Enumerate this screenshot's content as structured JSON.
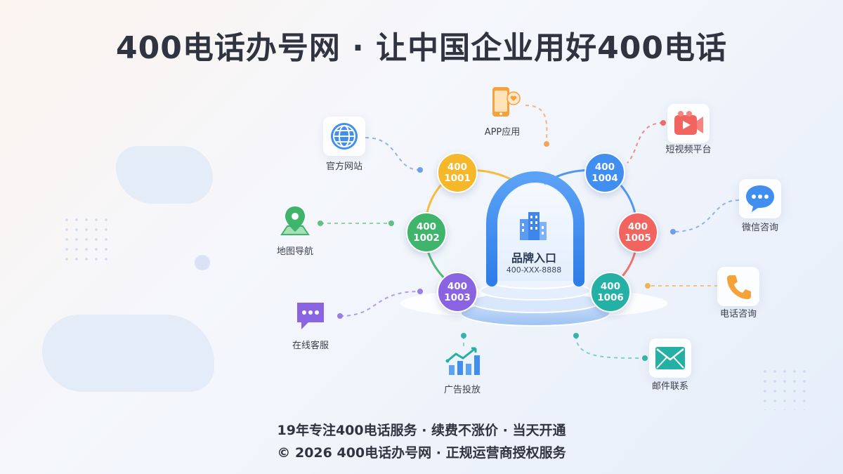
{
  "title": "400电话办号网 · 让中国企业用好400电话",
  "hub": {
    "title": "品牌入口",
    "phone": "400-XXX-8888"
  },
  "numbers": [
    "400\n1001",
    "400\n1002",
    "400\n1003",
    "400\n1004",
    "400\n1005",
    "400\n1006"
  ],
  "channels": {
    "website": "官方网站",
    "app": "APP应用",
    "video": "短视频平台",
    "map": "地图导航",
    "wechat": "微信咨询",
    "service": "在线客服",
    "phone": "电话咨询",
    "ads": "广告投放",
    "mail": "邮件联系"
  },
  "icons": [
    "globe-icon",
    "smartphone-heart-icon",
    "video-camera-icon",
    "map-pin-icon",
    "chat-bubble-icon",
    "online-chat-icon",
    "phone-handset-icon",
    "growth-chart-icon",
    "envelope-icon",
    "building-icon"
  ],
  "colors": {
    "n1": "#f6b72a",
    "n2": "#3fb46b",
    "n3": "#8a63e0",
    "n4": "#3f8ef0",
    "n5": "#f2645f",
    "n6": "#25b0a6",
    "arch": "#3f8ef0"
  },
  "footer": {
    "line1": "19年专注400电话服务 · 续费不涨价 · 当天开通",
    "line2": "© 2026 400电话办号网 · 正规运营商授权服务"
  }
}
